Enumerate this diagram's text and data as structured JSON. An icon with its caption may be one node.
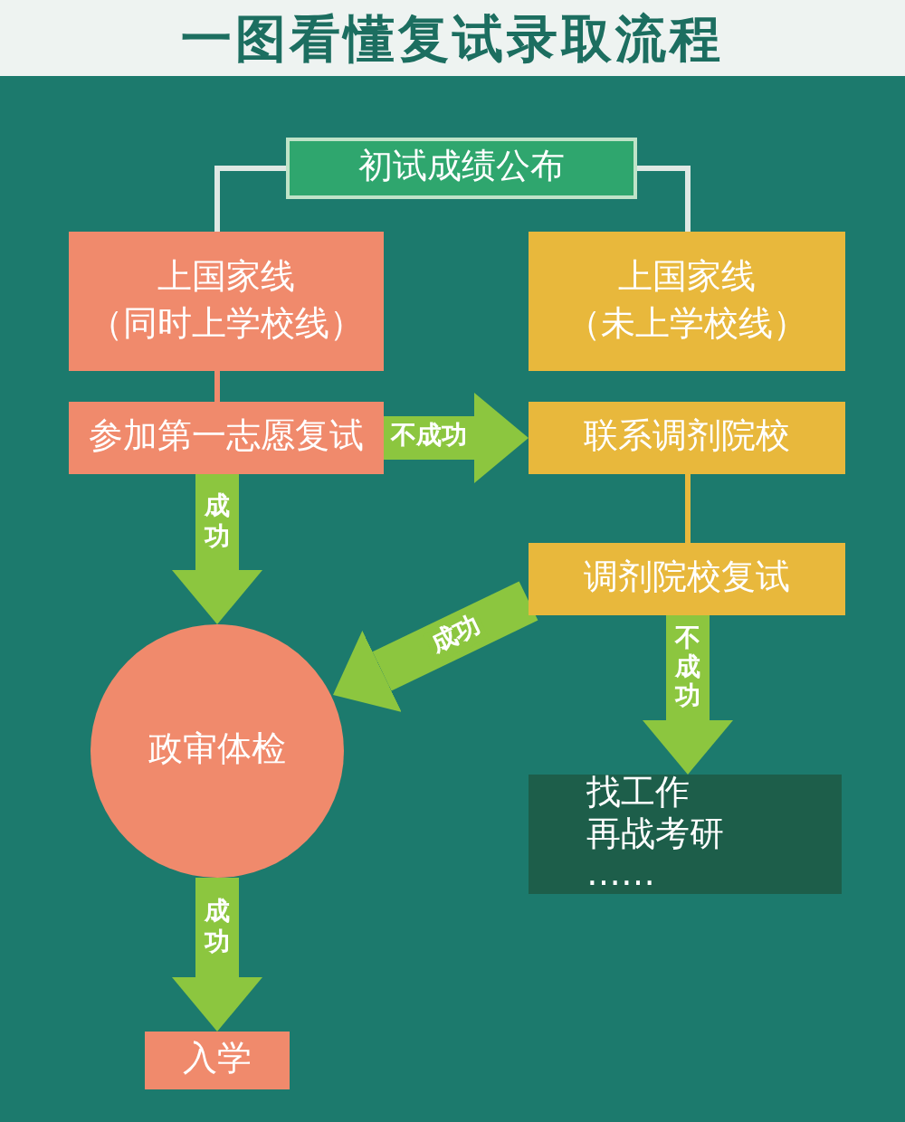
{
  "diagram": {
    "title": "一图看懂复试录取流程",
    "nodes": [
      {
        "text": [
          "初试成绩公布"
        ]
      },
      {
        "text": [
          "上国家线",
          "（同时上学校线）"
        ]
      },
      {
        "text": [
          "上国家线",
          "（未上学校线）"
        ]
      },
      {
        "text": [
          "参加第一志愿复试"
        ]
      },
      {
        "text": [
          "联系调剂院校"
        ]
      },
      {
        "text": [
          "调剂院校复试"
        ]
      },
      {
        "text": [
          "政审体检"
        ]
      },
      {
        "text": [
          "找工作",
          "再战考研",
          "……"
        ]
      },
      {
        "text": [
          "入学"
        ]
      }
    ],
    "edges": [
      {
        "from": 0,
        "to": 1,
        "arrow": "none",
        "color": "#dfe8e4"
      },
      {
        "from": 0,
        "to": 2,
        "arrow": "none",
        "color": "#dfe8e4"
      },
      {
        "from": 1,
        "to": 3,
        "arrow": "none",
        "color": "#f08a6c"
      },
      {
        "from": 3,
        "to": 4,
        "arrow": "to",
        "label": "不成功"
      },
      {
        "from": 4,
        "to": 5,
        "arrow": "none",
        "color": "#e8b83c"
      },
      {
        "from": 3,
        "to": 6,
        "arrow": "to",
        "label": "成功"
      },
      {
        "from": 5,
        "to": 6,
        "arrow": "to",
        "label": "成功"
      },
      {
        "from": 5,
        "to": 7,
        "arrow": "to",
        "label": "不成功"
      },
      {
        "from": 6,
        "to": 8,
        "arrow": "to",
        "label": "成功"
      }
    ]
  }
}
